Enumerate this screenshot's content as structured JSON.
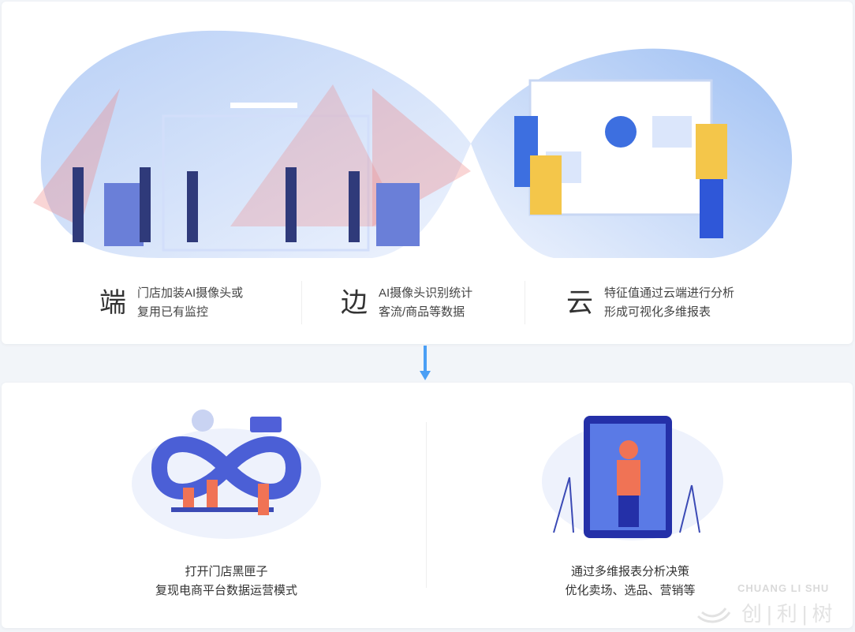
{
  "features": [
    {
      "char": "端",
      "line1": "门店加装AI摄像头或",
      "line2": "复用已有监控"
    },
    {
      "char": "边",
      "line1": "AI摄像头识别统计",
      "line2": "客流/商品等数据"
    },
    {
      "char": "云",
      "line1": "特征值通过云端进行分析",
      "line2": "形成可视化多维报表"
    }
  ],
  "outcomes": [
    {
      "line1": "打开门店黑匣子",
      "line2": "复现电商平台数据运营模式"
    },
    {
      "line1": "通过多维报表分析决策",
      "line2": "优化卖场、选品、营销等"
    }
  ],
  "watermark": {
    "latin": "CHUANG LI SHU",
    "cn": "创|利|树"
  },
  "colors": {
    "accent": "#4a9ff5",
    "lobe": "#c9dcf7"
  }
}
